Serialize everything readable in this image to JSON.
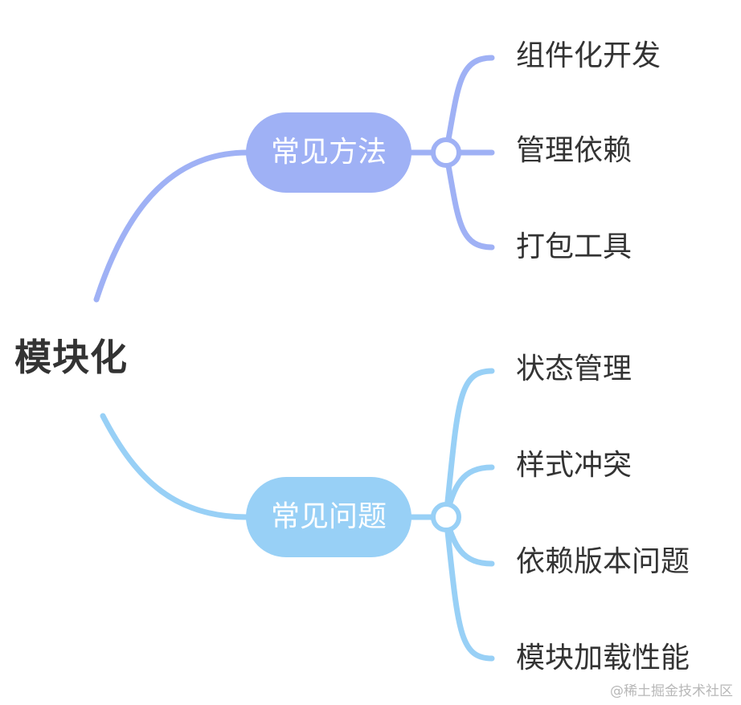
{
  "root": {
    "label": "模块化"
  },
  "colors": {
    "methods": "#9fb1f5",
    "issues": "#98d0f6",
    "text": "#333333",
    "pill_text": "#ffffff"
  },
  "branches": [
    {
      "label": "常见方法",
      "color": "#9fb1f5",
      "children": [
        "组件化开发",
        "管理依赖",
        "打包工具"
      ]
    },
    {
      "label": "常见问题",
      "color": "#98d0f6",
      "children": [
        "状态管理",
        "样式冲突",
        "依赖版本问题",
        "模块加载性能"
      ]
    }
  ],
  "watermark": "@稀土掘金技术社区"
}
